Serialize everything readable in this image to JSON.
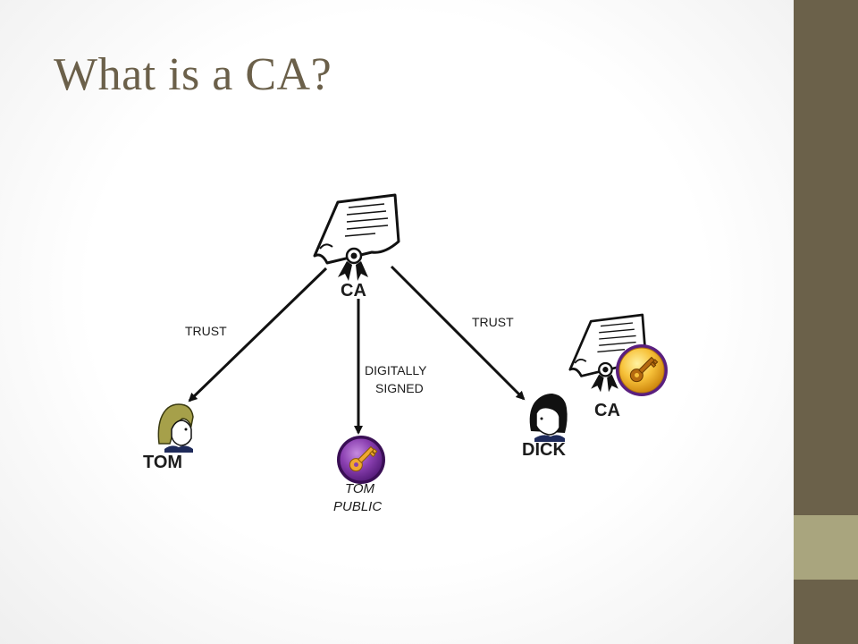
{
  "slide": {
    "title": "What is a CA?"
  },
  "diagram": {
    "ca_top_label": "CA",
    "ca_right_label": "CA",
    "trust_left_label": "TRUST",
    "trust_right_label": "TRUST",
    "signed_label_line1": "DIGITALLY",
    "signed_label_line2": "SIGNED",
    "tom_label": "TOM",
    "dick_label": "DICK",
    "tom_public_line1": "TOM",
    "tom_public_line2": "PUBLIC"
  },
  "colors": {
    "title": "#6b604a",
    "sidebar_dark": "#6b614a",
    "sidebar_light": "#a9a57e",
    "key_badge": "#8a3fb0",
    "key": "#f0a830"
  },
  "icons": {
    "certificate": "certificate-icon",
    "key_badge": "key-badge-icon",
    "person_tom": "person-icon",
    "person_dick": "person-icon"
  }
}
